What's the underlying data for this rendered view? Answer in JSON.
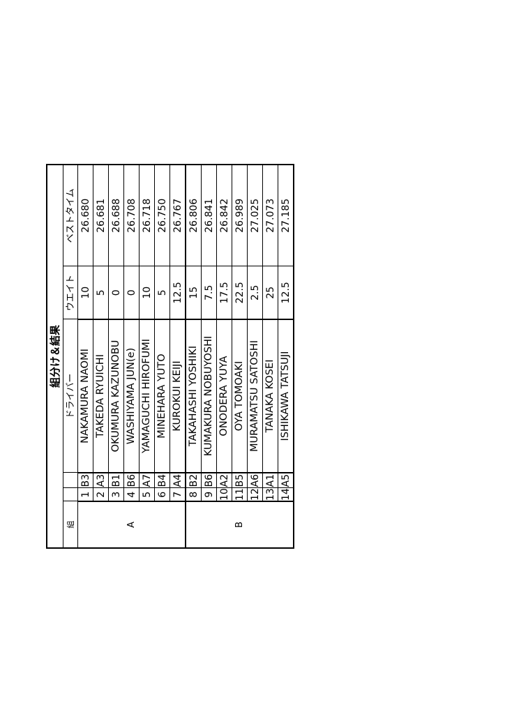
{
  "title": "組分け＆結果",
  "headers": {
    "group": "組",
    "no": "",
    "seat": "",
    "driver": "ドライバー",
    "weight": "ウエイト",
    "best_time": "ベストタイム"
  },
  "groups": [
    {
      "label": "A",
      "rows": [
        {
          "no": "1",
          "seat": "B3",
          "driver": "NAKAMURA NAOMI",
          "weight": "10",
          "best_time": "26.680"
        },
        {
          "no": "2",
          "seat": "A3",
          "driver": "TAKEDA RYUICHI",
          "weight": "5",
          "best_time": "26.681"
        },
        {
          "no": "3",
          "seat": "B1",
          "driver": "OKUMURA KAZUNOBU",
          "weight": "0",
          "best_time": "26.688"
        },
        {
          "no": "4",
          "seat": "B6",
          "driver": "WASHIYAMA JUN(e)",
          "weight": "0",
          "best_time": "26.708"
        },
        {
          "no": "5",
          "seat": "A7",
          "driver": "YAMAGUCHI HIROFUMI",
          "weight": "10",
          "best_time": "26.718"
        },
        {
          "no": "6",
          "seat": "B4",
          "driver": "MINEHARA YUTO",
          "weight": "5",
          "best_time": "26.750"
        },
        {
          "no": "7",
          "seat": "A4",
          "driver": "KUROKUI KEIJI",
          "weight": "12.5",
          "best_time": "26.767"
        }
      ]
    },
    {
      "label": "B",
      "rows": [
        {
          "no": "8",
          "seat": "B2",
          "driver": "TAKAHASHI YOSHIKI",
          "weight": "15",
          "best_time": "26.806"
        },
        {
          "no": "9",
          "seat": "B6",
          "driver": "KUMAKURA NOBUYOSHI",
          "weight": "7.5",
          "best_time": "26.841"
        },
        {
          "no": "10",
          "seat": "A2",
          "driver": "ONODERA YUYA",
          "weight": "17.5",
          "best_time": "26.842"
        },
        {
          "no": "11",
          "seat": "B5",
          "driver": "OYA TOMOAKI",
          "weight": "22.5",
          "best_time": "26.989"
        },
        {
          "no": "12",
          "seat": "A6",
          "driver": "MURAMATSU SATOSHI",
          "weight": "2.5",
          "best_time": "27.025"
        },
        {
          "no": "13",
          "seat": "A1",
          "driver": "TANAKA KOSEI",
          "weight": "25",
          "best_time": "27.073"
        },
        {
          "no": "14",
          "seat": "A5",
          "driver": "ISHIKAWA TATSUJI",
          "weight": "12.5",
          "best_time": "27.185"
        }
      ]
    }
  ]
}
